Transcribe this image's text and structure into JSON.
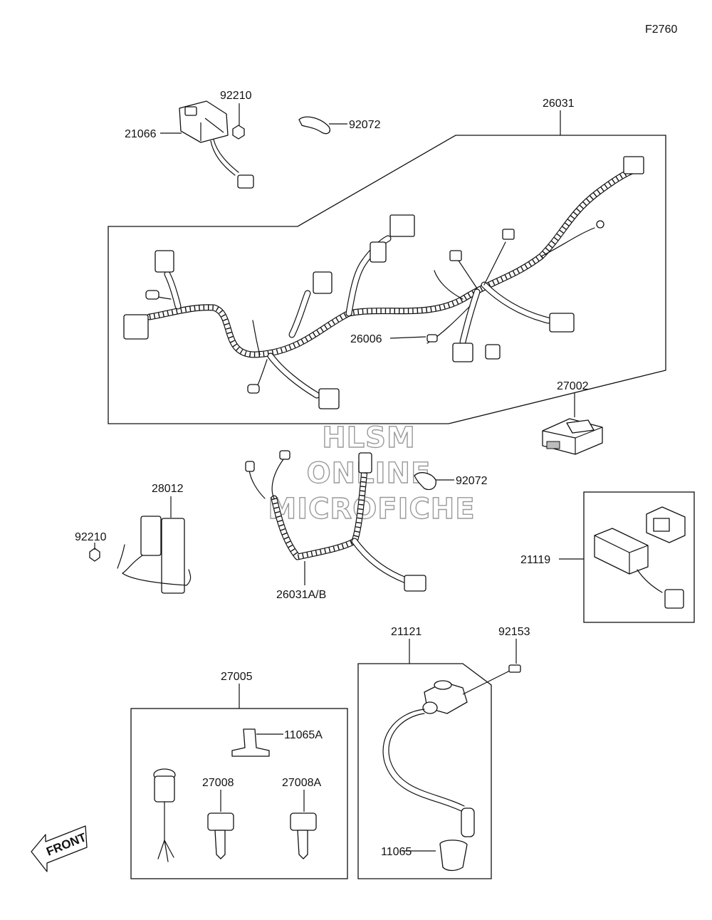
{
  "diagram_code": "F2760",
  "callouts": {
    "harness_main": "26031",
    "regulator": "21066",
    "regulator_nut": "92210",
    "clamp_top": "92072",
    "harness_lead": "26006",
    "connector": "27002",
    "cdi_unit": "28012",
    "cdi_nut": "92210",
    "sub_harness": "26031A/B",
    "clamp_mid": "92072",
    "relay": "21119",
    "coil": "21121",
    "coil_screw": "92153",
    "coil_cap": "11065",
    "switch_assy": "27005",
    "switch_part": "11065A",
    "key": "27008",
    "key_alt": "27008A"
  },
  "watermark": [
    "HLSM",
    "ONLINE",
    "MICROFICHE"
  ],
  "front_arrow": "FRONT"
}
